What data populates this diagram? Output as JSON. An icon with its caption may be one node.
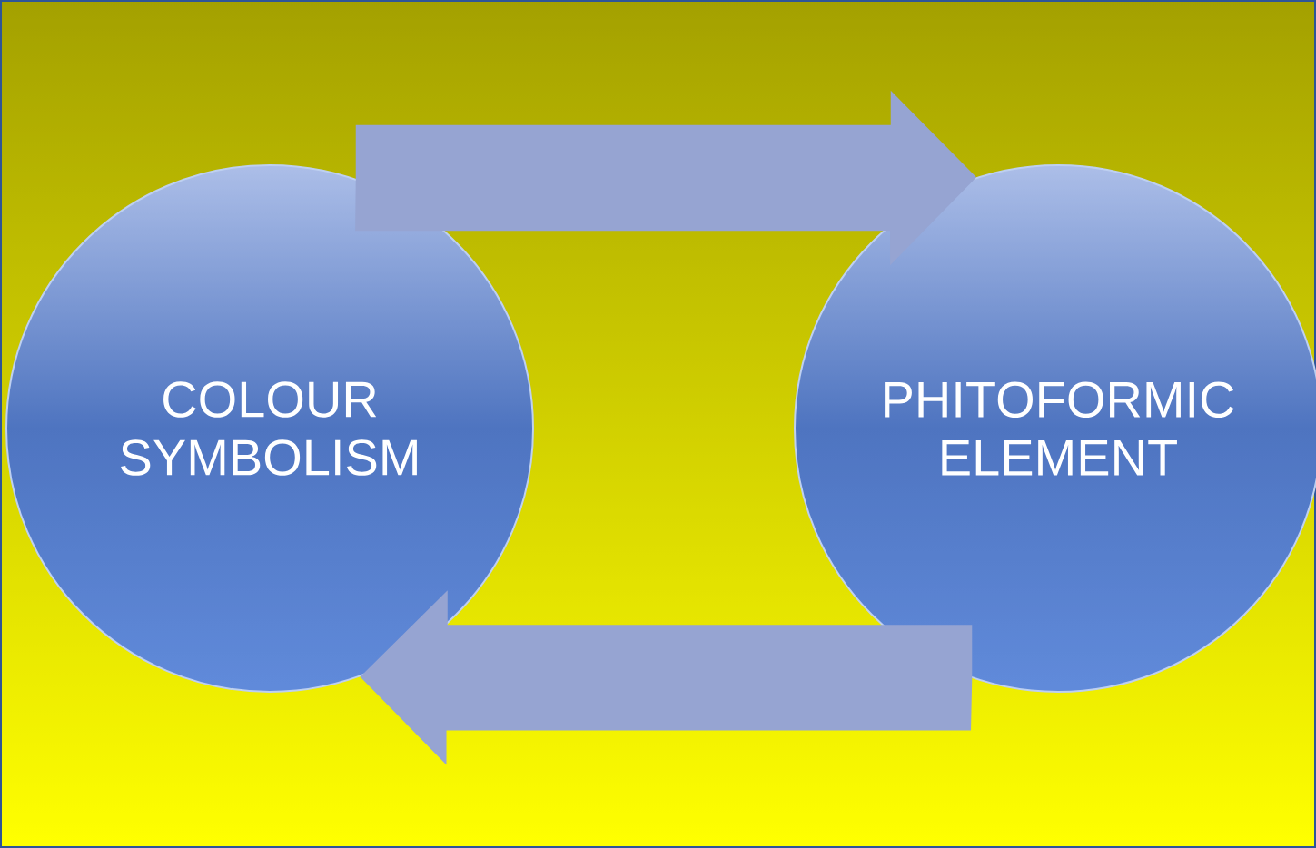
{
  "diagram": {
    "nodes": [
      {
        "text": [
          "COLOUR SYMBOLISM"
        ]
      },
      {
        "text": [
          "PHITOFORMIC ELEMENT"
        ]
      }
    ],
    "edges": [
      {
        "from": 0,
        "to": 1,
        "arrow": "to"
      },
      {
        "from": 1,
        "to": 0,
        "arrow": "to"
      }
    ]
  }
}
